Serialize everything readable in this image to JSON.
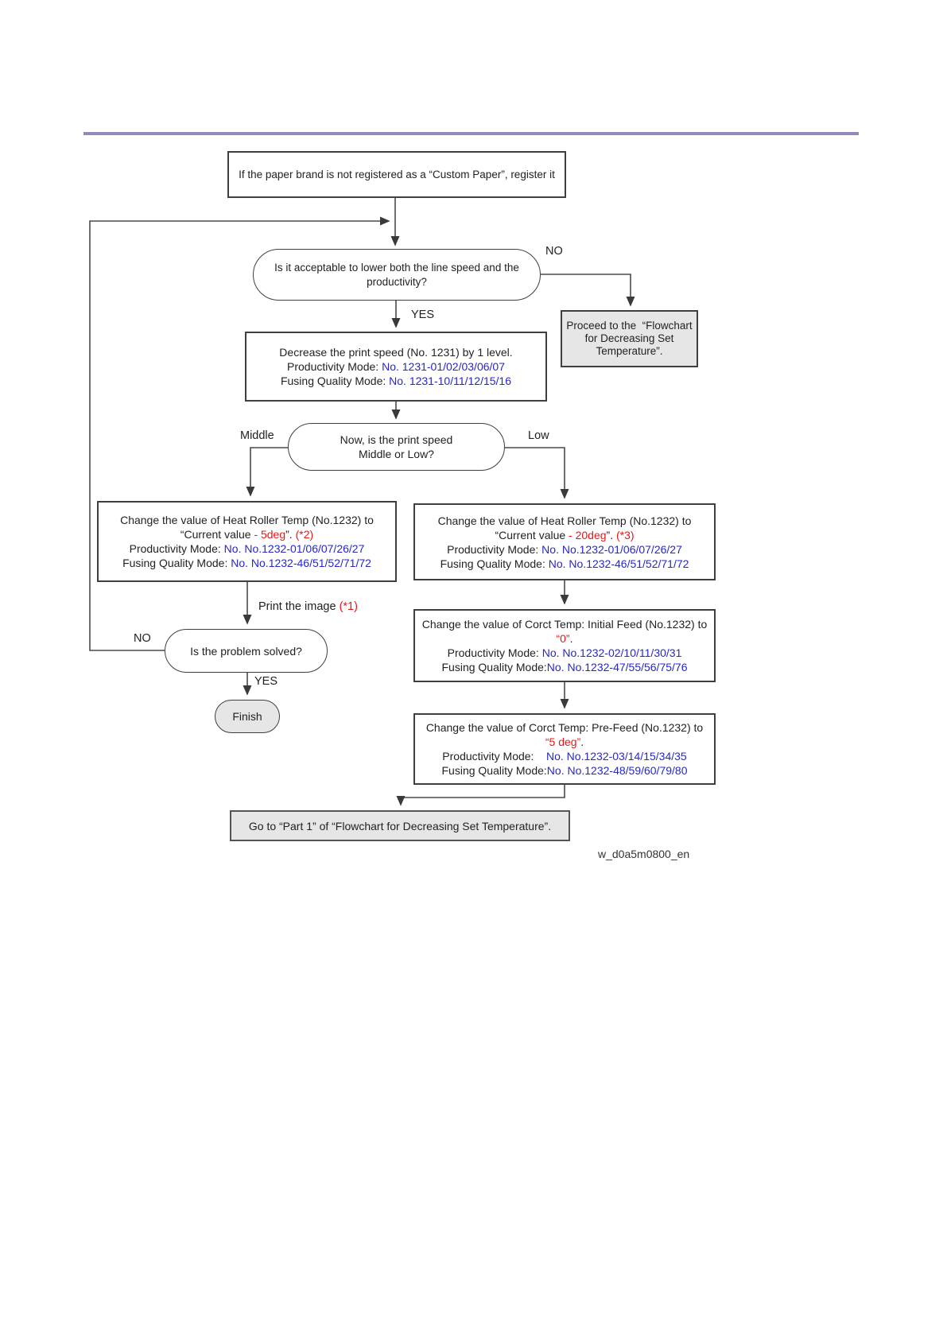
{
  "page": {
    "watermark": "w_d0a5m0800_en"
  },
  "colors": {
    "divider_purple": "#8f8cba",
    "mode_number_blue": "#2727cc",
    "highlight_red": "#e81717",
    "line_gray": "#3f3f3f",
    "terminal_fill_gray": "#e6e6e6"
  },
  "labels": {
    "no_lower_speed": "NO",
    "yes_lower_speed": "YES",
    "middle": "Middle",
    "low": "Low",
    "print_image_text": "Print the image ",
    "print_image_note": "(*1)",
    "no_solved": "NO",
    "yes_solved": "YES"
  },
  "nodes": {
    "register": {
      "text": "If the paper brand is not registered as a “Custom Paper”, register it"
    },
    "q_lower": {
      "line1": "Is it acceptable to lower both the line speed and the",
      "line2": "productivity?"
    },
    "proceed": {
      "line1": "Proceed to the  “Flowchart",
      "line2": "for Decreasing Set",
      "line3": "Temperature”."
    },
    "decrease": {
      "line1": "Decrease the print speed (No. 1231) by 1 level.",
      "prod_label": "Productivity Mode: ",
      "prod_value": "No. 1231-01/02/03/06/07",
      "fuse_label": "Fusing Quality Mode: ",
      "fuse_value": "No. 1231-10/11/12/15/16"
    },
    "q_speed": {
      "line1": "Now, is the print speed",
      "line2": "Middle or Low?"
    },
    "heat_middle": {
      "line1": "Change the value of Heat Roller Temp (No.1232) to",
      "q_pre": "“Current value ",
      "q_red": "- 5deg",
      "q_post": "”. ",
      "note": "(*2)",
      "prod_label": "Productivity Mode: ",
      "prod_value": "No. No.1232-01/06/07/26/27",
      "fuse_label": "Fusing Quality Mode: ",
      "fuse_value": "No. No.1232-46/51/52/71/72"
    },
    "heat_low": {
      "line1": "Change the value of Heat Roller Temp (No.1232) to",
      "q_pre": "“Current value ",
      "q_red": "- 20deg",
      "q_post": "”. ",
      "note": "(*3)",
      "prod_label": "Productivity Mode: ",
      "prod_value": "No. No.1232-01/06/07/26/27",
      "fuse_label": "Fusing Quality Mode: ",
      "fuse_value": "No. No.1232-46/51/52/71/72"
    },
    "corct_initial": {
      "line1": "Change the value of Corct Temp: Initial Feed (No.1232) to",
      "value_red": "“0”",
      "value_post": ".",
      "prod_label": "Productivity Mode: ",
      "prod_value": "No. No.1232-02/10/11/30/31",
      "fuse_label": "Fusing Quality Mode:",
      "fuse_value": "No. No.1232-47/55/56/75/76"
    },
    "corct_prefeed": {
      "line1": "Change the value of Corct Temp: Pre-Feed (No.1232) to",
      "value_red": "“5 deg”",
      "value_post": ".",
      "prod_label": "Productivity Mode:    ",
      "prod_value": "No. No.1232-03/14/15/34/35",
      "fuse_label": "Fusing Quality Mode:",
      "fuse_value": "No. No.1232-48/59/60/79/80"
    },
    "q_solved": {
      "text": "Is the problem solved?"
    },
    "finish": {
      "text": "Finish"
    },
    "goto_part1": {
      "text": "Go to “Part 1” of “Flowchart for Decreasing Set Temperature”."
    }
  }
}
